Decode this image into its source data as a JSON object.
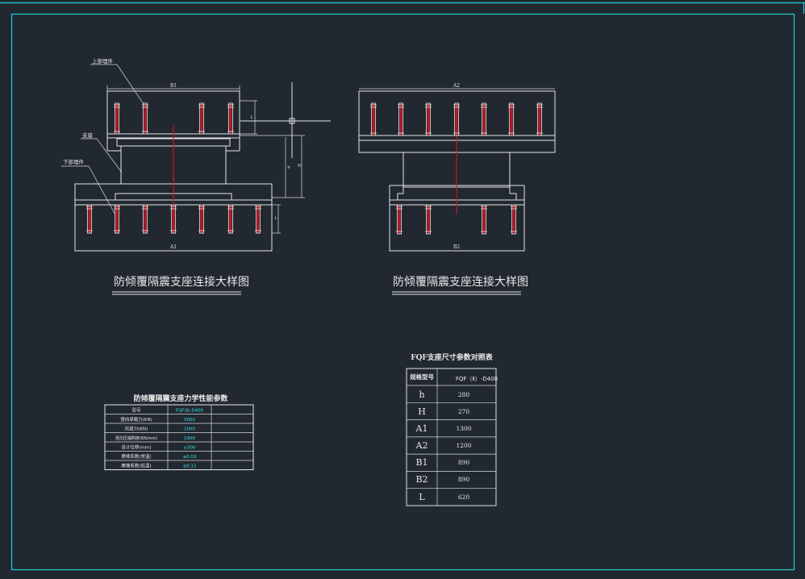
{
  "labels": {
    "upper_embed": "上部埋件",
    "bearing": "支座",
    "lower_embed": "下部埋件"
  },
  "left_view": {
    "top_dim": "B1",
    "bottom_dim": "A1",
    "dim_top_side": "L",
    "dim_h": "h",
    "dim_H": "H",
    "dim_bottom_side": "L",
    "title": "防倾覆隔震支座连接大样图"
  },
  "right_view": {
    "top_dim": "A2",
    "bottom_dim": "B2",
    "title": "防倾覆隔震支座连接大样图"
  },
  "mech_table": {
    "title": "防倾覆隔震支座力学性能参数",
    "rows": [
      {
        "label": "型号",
        "value": "FQF(Ⅱ)-D400"
      },
      {
        "label": "竖向承载力(KN)",
        "value": "3000"
      },
      {
        "label": "抗拔力(KN)",
        "value": "1000"
      },
      {
        "label": "竖向压缩刚度(KN/mm)",
        "value": "1900"
      },
      {
        "label": "设计位移(mm)",
        "value": "±300"
      },
      {
        "label": "摩擦系数(常温)",
        "value": "≤0.03"
      },
      {
        "label": "摩擦系数(低温)",
        "value": "≤0.12"
      }
    ]
  },
  "size_table": {
    "title": "FQF支座尺寸参数对照表",
    "header": {
      "label": "规格型号",
      "value": "FQF（Ⅱ）-D400"
    },
    "rows": [
      {
        "label": "h",
        "value": "280"
      },
      {
        "label": "H",
        "value": "270"
      },
      {
        "label": "A1",
        "value": "1300"
      },
      {
        "label": "A2",
        "value": "1200"
      },
      {
        "label": "B1",
        "value": "890"
      },
      {
        "label": "B2",
        "value": "890"
      },
      {
        "label": "L",
        "value": "620"
      }
    ]
  },
  "colors": {
    "background": "#212830",
    "frame": "#1ed1d6",
    "line": "#e4e6e8",
    "centerline": "#c8182a",
    "value_text": "#3fe0e6"
  }
}
